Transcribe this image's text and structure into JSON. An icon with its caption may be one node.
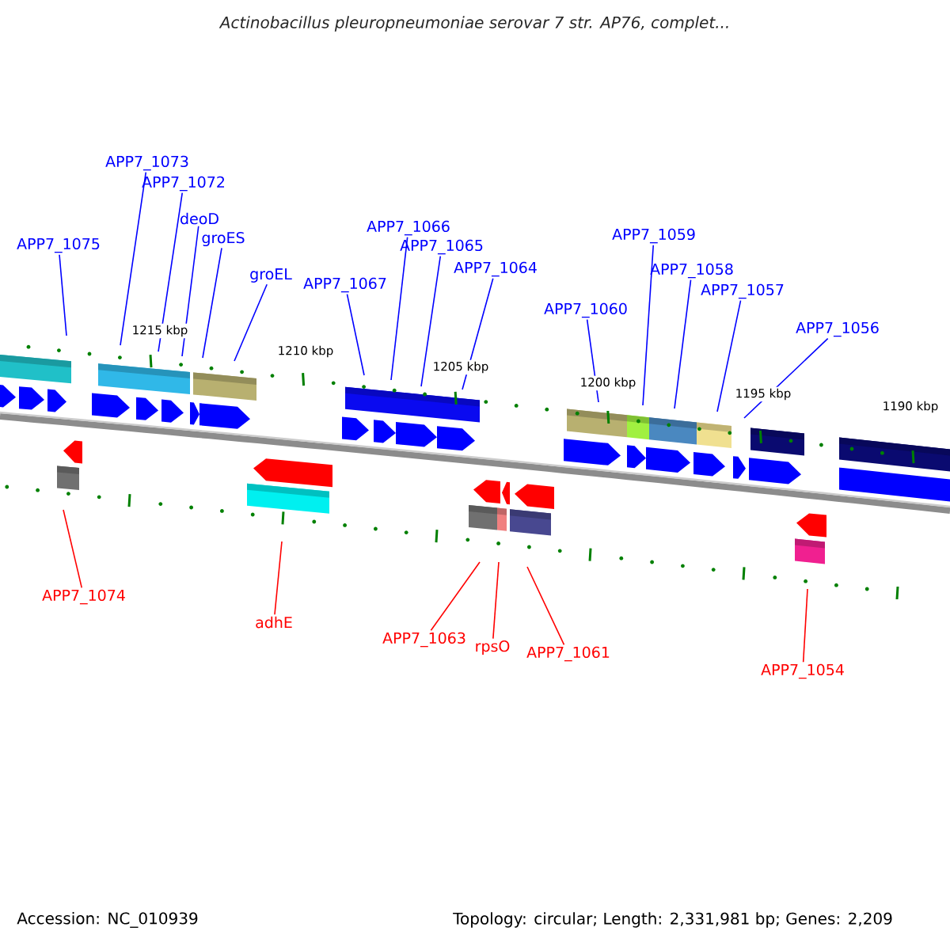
{
  "diagram": {
    "title": "Actinobacillus pleuropneumoniae serovar 7 str. AP76, complet...",
    "nodes": [
      {
        "text": [
          "APP7_1075"
        ]
      },
      {
        "text": [
          "APP7_1073"
        ]
      },
      {
        "text": [
          "APP7_1072"
        ]
      },
      {
        "text": [
          "deoD"
        ]
      },
      {
        "text": [
          "groES"
        ]
      },
      {
        "text": [
          "groEL"
        ]
      },
      {
        "text": [
          "APP7_1067"
        ]
      },
      {
        "text": [
          "APP7_1066"
        ]
      },
      {
        "text": [
          "APP7_1065"
        ]
      },
      {
        "text": [
          "APP7_1064"
        ]
      },
      {
        "text": [
          "APP7_1060"
        ]
      },
      {
        "text": [
          "APP7_1059"
        ]
      },
      {
        "text": [
          "APP7_1058"
        ]
      },
      {
        "text": [
          "APP7_1057"
        ]
      },
      {
        "text": [
          "APP7_1056"
        ]
      },
      {
        "text": [
          "APP7_1074"
        ]
      },
      {
        "text": [
          "adhE"
        ]
      },
      {
        "text": [
          "APP7_1063"
        ]
      },
      {
        "text": [
          "rpsO"
        ]
      },
      {
        "text": [
          "APP7_1061"
        ]
      },
      {
        "text": [
          "APP7_1054"
        ]
      }
    ],
    "edges": [
      {
        "from": 0,
        "to": null,
        "arrow": "none"
      },
      {
        "from": 1,
        "to": null,
        "arrow": "none"
      },
      {
        "from": 2,
        "to": null,
        "arrow": "none"
      },
      {
        "from": 3,
        "to": null,
        "arrow": "none"
      },
      {
        "from": 4,
        "to": null,
        "arrow": "none"
      },
      {
        "from": 5,
        "to": null,
        "arrow": "none"
      },
      {
        "from": 6,
        "to": null,
        "arrow": "none"
      },
      {
        "from": 7,
        "to": null,
        "arrow": "none"
      },
      {
        "from": 8,
        "to": null,
        "arrow": "none"
      },
      {
        "from": 9,
        "to": null,
        "arrow": "none"
      },
      {
        "from": 10,
        "to": null,
        "arrow": "none"
      },
      {
        "from": 11,
        "to": null,
        "arrow": "none"
      },
      {
        "from": 12,
        "to": null,
        "arrow": "none"
      },
      {
        "from": 13,
        "to": null,
        "arrow": "none"
      },
      {
        "from": 14,
        "to": null,
        "arrow": "none"
      },
      {
        "from": 15,
        "to": null,
        "arrow": "none",
        "color": "#ff0000"
      },
      {
        "from": 16,
        "to": null,
        "arrow": "none",
        "color": "#ff0000"
      },
      {
        "from": 17,
        "to": null,
        "arrow": "none",
        "color": "#ff0000"
      },
      {
        "from": 18,
        "to": null,
        "arrow": "none",
        "color": "#ff0000"
      },
      {
        "from": 19,
        "to": null,
        "arrow": "none",
        "color": "#ff0000"
      },
      {
        "from": 20,
        "to": null,
        "arrow": "none",
        "color": "#ff0000"
      }
    ],
    "labels": [
      "1215 kbp",
      "1210 kbp",
      "1205 kbp",
      "1200 kbp",
      "1195 kbp",
      "1190 kbp",
      "Accession: NC_010939",
      "Topology: circular; Length: 2,331,981 bp; Genes: 2,209"
    ]
  }
}
